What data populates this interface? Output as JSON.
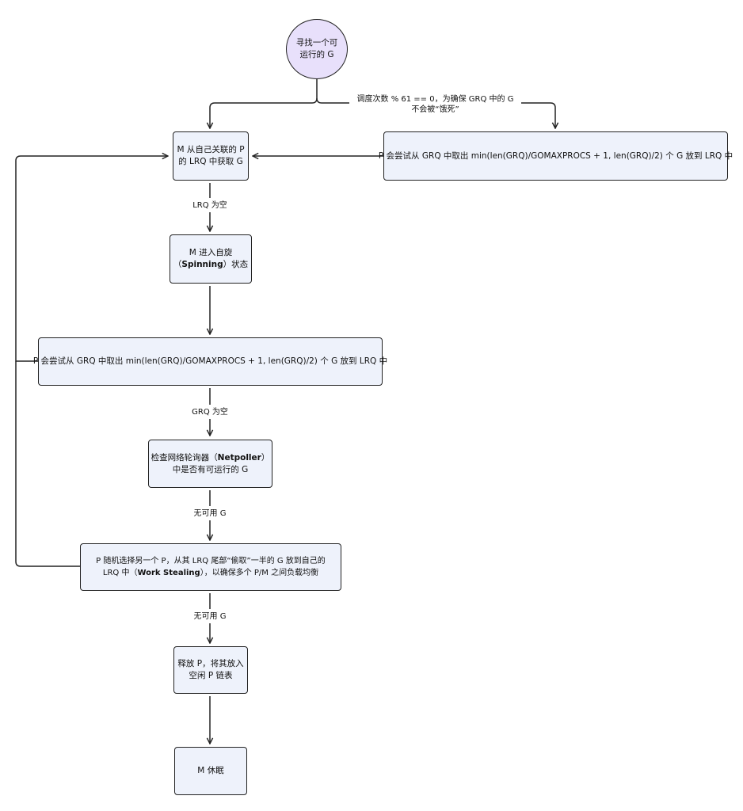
{
  "nodes": {
    "start": {
      "lines": [
        "寻找一个可",
        "运行的 G"
      ]
    },
    "lrq": {
      "lines": [
        "M 从自己关联的 P",
        "的 LRQ 中获取 G"
      ]
    },
    "grq_periodic": {
      "lines": [
        "P 会尝试从 GRQ 中取出 min(len(GRQ)/GOMAXPROCS + 1, len(GRQ)/2) 个 G 放到 LRQ 中"
      ]
    },
    "spinning": {
      "lines": [
        {
          "pre": "M 进入自旋",
          "bold": "",
          "post": ""
        },
        {
          "pre": "（",
          "bold": "Spinning",
          "post": "）状态"
        }
      ]
    },
    "grq": {
      "lines": [
        "P 会尝试从 GRQ 中取出 min(len(GRQ)/GOMAXPROCS + 1, len(GRQ)/2) 个 G 放到 LRQ 中"
      ]
    },
    "netpoller": {
      "lines": [
        {
          "pre": "检查网络轮询器（",
          "bold": "Netpoller",
          "post": "）"
        },
        {
          "pre": "中是否有可运行的 G",
          "bold": "",
          "post": ""
        }
      ]
    },
    "steal": {
      "lines": [
        {
          "pre": "P 随机选择另一个 P，从其 LRQ 尾部“偷取”一半的 G 放到自己的",
          "bold": "",
          "post": ""
        },
        {
          "pre": "LRQ 中（",
          "bold": "Work Stealing",
          "post": "），以确保多个 P/M 之间负载均衡"
        }
      ]
    },
    "release": {
      "lines": [
        "释放 P，将其放入",
        "空闲 P 链表"
      ]
    },
    "sleep": {
      "lines": [
        "M 休眠"
      ]
    }
  },
  "edge_labels": {
    "schedule": [
      "调度次数 % 61 == 0，为确保 GRQ 中的 G",
      "不会被“饿死”"
    ],
    "lrq_empty": "LRQ 为空",
    "grq_empty": "GRQ 为空",
    "none_available_1": "无可用 G",
    "none_available_2": "无可用 G"
  },
  "edges": [
    {
      "from": "start",
      "to": "lrq"
    },
    {
      "from": "start",
      "to": "grq_periodic",
      "label": "schedule"
    },
    {
      "from": "grq_periodic",
      "to": "lrq"
    },
    {
      "from": "lrq",
      "to": "spinning",
      "label": "lrq_empty"
    },
    {
      "from": "spinning",
      "to": "grq"
    },
    {
      "from": "grq",
      "to": "lrq"
    },
    {
      "from": "grq",
      "to": "netpoller",
      "label": "grq_empty"
    },
    {
      "from": "netpoller",
      "to": "steal",
      "label": "none_available_1"
    },
    {
      "from": "steal",
      "to": "lrq"
    },
    {
      "from": "steal",
      "to": "release",
      "label": "none_available_2"
    },
    {
      "from": "release",
      "to": "sleep"
    }
  ],
  "colors": {
    "node_fill": "#eef2fb",
    "start_fill": "#e8e0fb",
    "stroke": "#222222"
  }
}
